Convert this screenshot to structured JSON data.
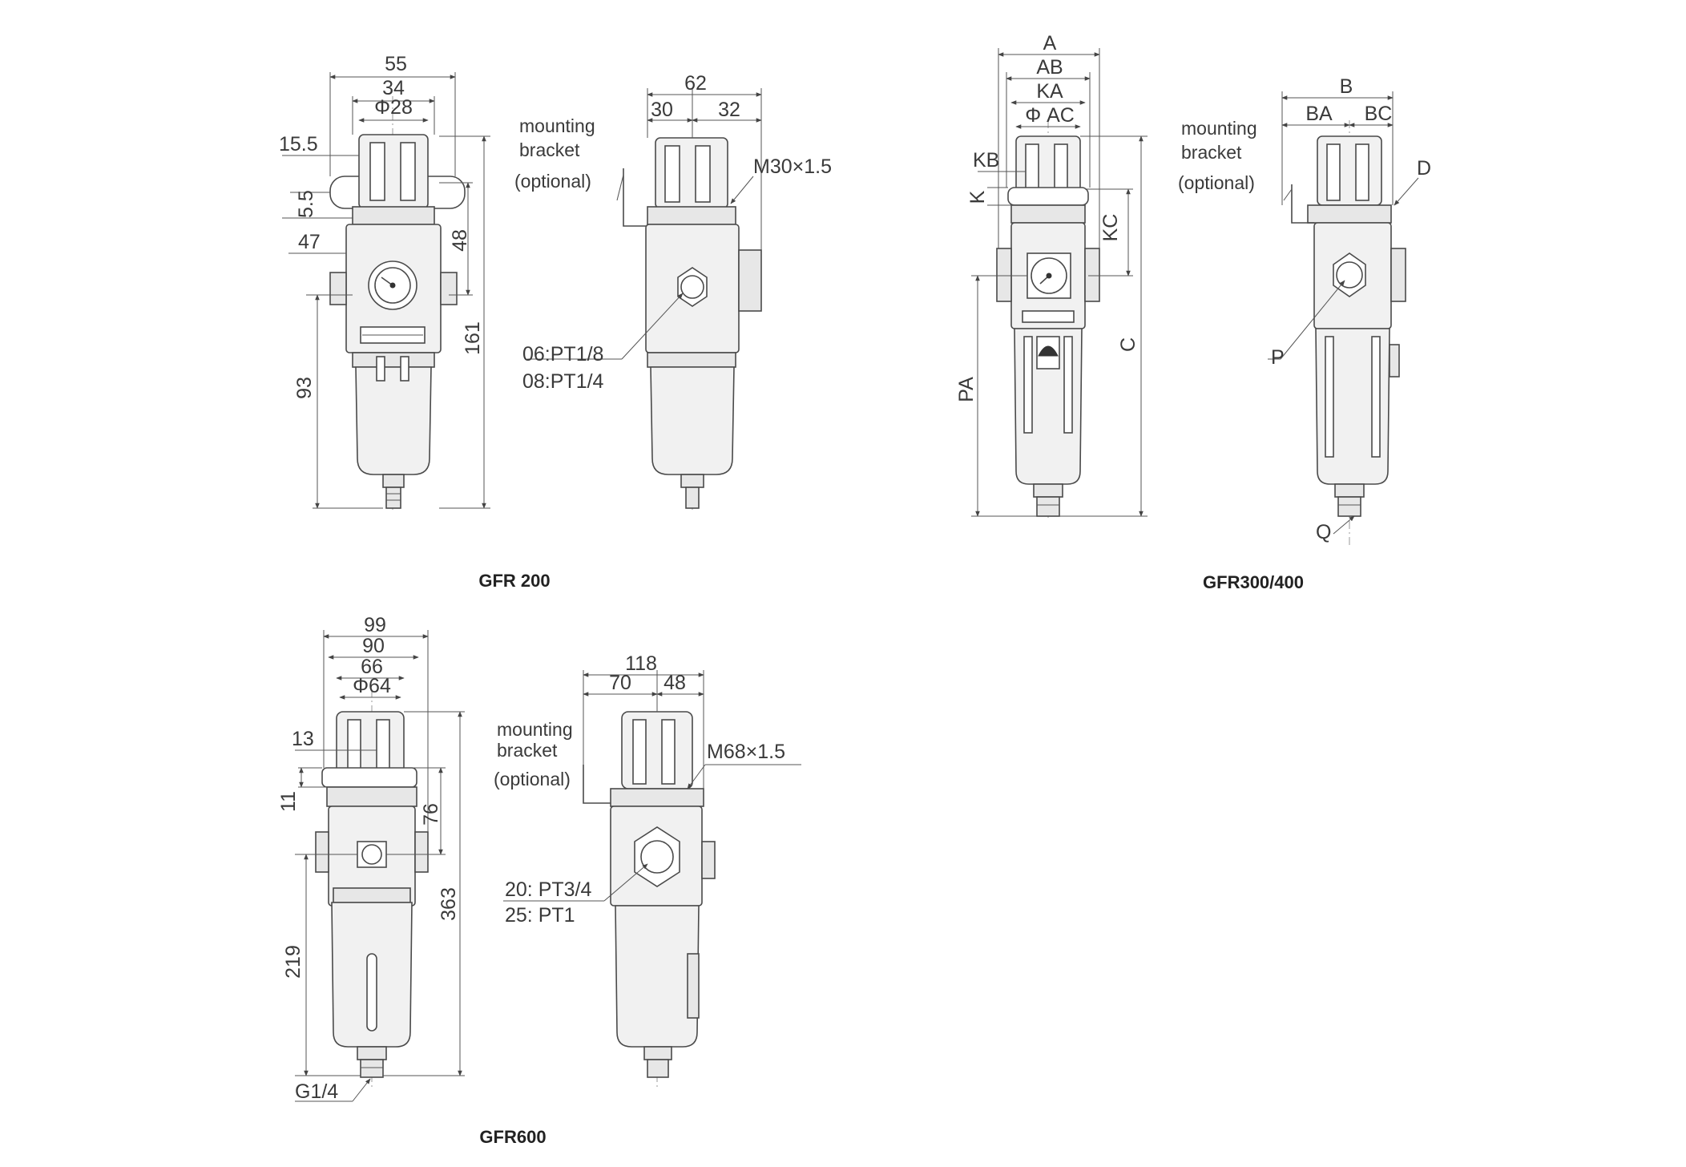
{
  "drawings": [
    {
      "caption": "GFR 200",
      "front_dims": {
        "d55": "55",
        "d34": "34",
        "d28": "Φ28",
        "d155": "15.5",
        "d55b": "5.5",
        "d47": "47",
        "d48": "48",
        "d161": "161",
        "d93": "93"
      },
      "side_dims": {
        "d62": "62",
        "d30": "30",
        "d32": "32",
        "thread": "M30×1.5",
        "port1": "06:PT1/8",
        "port2": "08:PT1/4"
      },
      "bracket_note": [
        "mounting",
        "bracket",
        "(optional)"
      ]
    },
    {
      "caption": "GFR300/400",
      "front_dims": {
        "A": "A",
        "AB": "AB",
        "KA": "KA",
        "AC": "Φ AC",
        "KB": "KB",
        "K": "K",
        "KC": "KC",
        "C": "C",
        "PA": "PA"
      },
      "side_dims": {
        "B": "B",
        "BA": "BA",
        "BC": "BC",
        "D": "D",
        "P": "P",
        "Q": "Q"
      },
      "bracket_note": [
        "mounting",
        "bracket",
        "(optional)"
      ]
    },
    {
      "caption": "GFR600",
      "front_dims": {
        "d99": "99",
        "d90": "90",
        "d66": "66",
        "d64": "Φ64",
        "d13": "13",
        "d11": "11",
        "d76": "76",
        "d363": "363",
        "d219": "219",
        "drain": "G1/4"
      },
      "side_dims": {
        "d118": "118",
        "d70": "70",
        "d48": "48",
        "thread": "M68×1.5",
        "port1": "20: PT3/4",
        "port2": "25: PT1"
      },
      "bracket_note": [
        "mounting",
        "bracket",
        "(optional)"
      ]
    }
  ]
}
